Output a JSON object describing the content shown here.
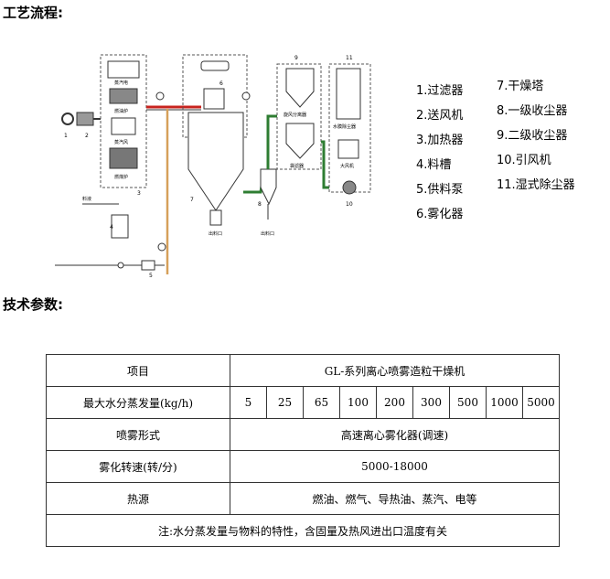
{
  "headings": {
    "process": "工艺流程:",
    "params": "技术参数:"
  },
  "legend": [
    "1.过滤器",
    "2.送风机",
    "3.加热器",
    "4.料槽",
    "5.供料泵",
    "6.雾化器",
    "7.干燥塔",
    "8.一级收尘器",
    "9.二级收尘器",
    "10.引风机",
    "11.湿式除尘器"
  ],
  "diagram": {
    "numbers": [
      "1",
      "2",
      "3",
      "4",
      "5",
      "6",
      "7",
      "8",
      "9",
      "10",
      "11"
    ],
    "labels": {
      "steam_motor": "蒸汽电",
      "heater": "燃油炉",
      "gas_fan": "蒸汽风",
      "furnace": "燃煤炉",
      "feed": "料液",
      "outlet_7": "出料口",
      "outlet_8": "出料口",
      "cyclone": "旋风分离器",
      "bag": "袋滤器",
      "scrubber": "水膜除尘器",
      "fan": "大风机"
    },
    "colors": {
      "hot_air": "#c8231e",
      "feed_line": "#d6a05a",
      "exhaust": "#2e7d32"
    }
  },
  "table": {
    "header_label": "项目",
    "header_value": "GL-系列离心喷雾造粒干燥机",
    "rows": [
      {
        "label": "最大水分蒸发量(kg/h)",
        "values": [
          "5",
          "25",
          "65",
          "100",
          "200",
          "300",
          "500",
          "1000",
          "5000"
        ]
      },
      {
        "label": "喷雾形式",
        "value": "高速离心雾化器(调速)"
      },
      {
        "label": "雾化转速(转/分)",
        "value": "5000-18000"
      },
      {
        "label": "热源",
        "value": "燃油、燃气、导热油、蒸汽、电等"
      }
    ],
    "note": "注:水分蒸发量与物料的特性，含固量及热风进出口温度有关"
  }
}
